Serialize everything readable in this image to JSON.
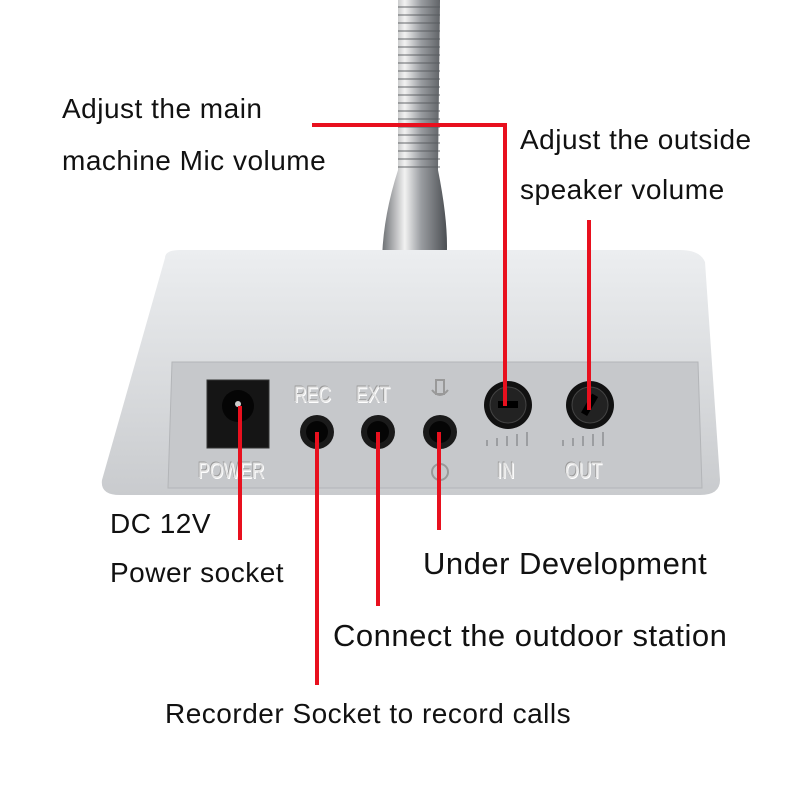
{
  "annotations": {
    "mic_volume": [
      "Adjust the main",
      "machine Mic volume"
    ],
    "speaker_volume": [
      "Adjust the outside",
      "speaker volume"
    ],
    "power": [
      "DC 12V",
      "Power socket"
    ],
    "mic_jack": "Under Development",
    "ext": "Connect the outdoor station",
    "rec": "Recorder Socket to record calls"
  },
  "panel": {
    "power": "POWER",
    "rec": "REC",
    "ext": "EXT",
    "in": "IN",
    "out": "OUT"
  },
  "colors": {
    "callout": "#e8101e",
    "body": "#d6d8da"
  }
}
